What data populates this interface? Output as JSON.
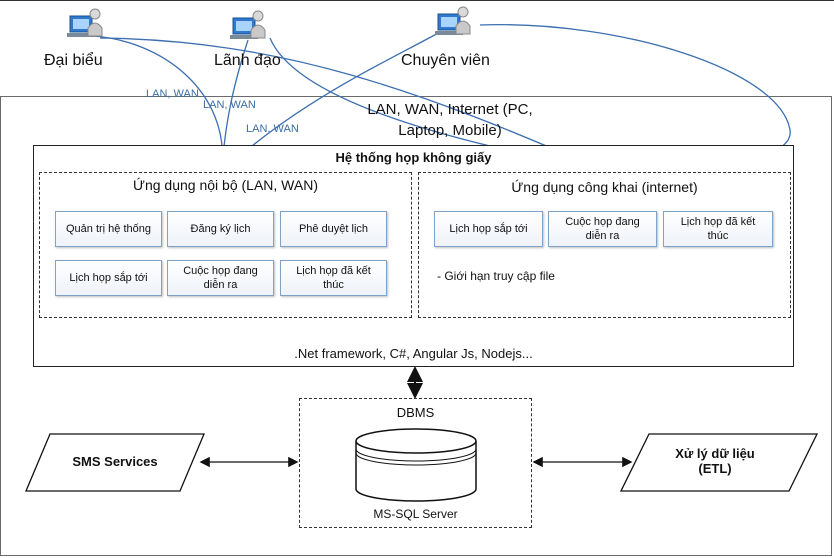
{
  "users": [
    {
      "label": "Đại biểu"
    },
    {
      "label": "Lãnh đạo"
    },
    {
      "label": "Chuyên viên"
    }
  ],
  "network_main": {
    "line1": "LAN, WAN, Internet (PC,",
    "line2": "Laptop, Mobile)"
  },
  "lan_labels": [
    "LAN, WAN",
    "LAN, WAN",
    "LAN, WAN"
  ],
  "system": {
    "title": "Hệ thống họp không giấy",
    "internal": {
      "title": "Ứng dụng nội bộ (LAN, WAN)",
      "modules": [
        {
          "l1": "Quản trị hệ thống",
          "l2": ""
        },
        {
          "l1": "Đăng ký lịch",
          "l2": ""
        },
        {
          "l1": "Phê duyệt lịch",
          "l2": ""
        },
        {
          "l1": "Lịch họp sắp tới",
          "l2": ""
        },
        {
          "l1": "Cuộc họp đang",
          "l2": "diễn ra"
        },
        {
          "l1": "Lịch họp đã kết",
          "l2": "thúc"
        }
      ]
    },
    "public": {
      "title": "Ứng dụng công khai (internet)",
      "modules": [
        {
          "l1": "Lịch họp sắp tới",
          "l2": ""
        },
        {
          "l1": "Cuộc họp đang",
          "l2": "diễn ra"
        },
        {
          "l1": "Lịch họp đã kết",
          "l2": "thúc"
        }
      ],
      "note": "- Giới hạn truy cập file"
    },
    "tech": ".Net framework, C#, Angular Js, Nodejs..."
  },
  "dbms": {
    "title": "DBMS",
    "db_label": "MS-SQL Server"
  },
  "sms": {
    "label": "SMS Services"
  },
  "etl": {
    "line1": "Xử lý dữ liệu",
    "line2": "(ETL)"
  },
  "colors": {
    "arrow_blue": "#3d6fb0",
    "module_border": "#7fa2c6",
    "icon_blue": "#2f7ad0"
  },
  "icons": {
    "user": "user-computer-icon",
    "database": "database-cylinder-icon"
  }
}
